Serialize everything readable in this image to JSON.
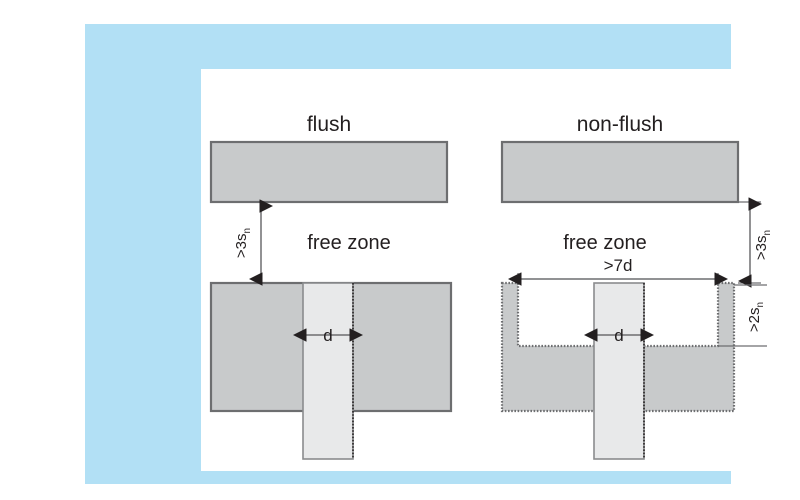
{
  "figure": {
    "background_color": "#ffffff",
    "frame_color": "#b2e0f5",
    "panel_color": "#ffffff",
    "block_fill": "#c8cacb",
    "block_stroke": "#6d6e70",
    "bar_fill": "#e8e9ea",
    "line_color": "#231f20"
  },
  "left": {
    "title": "flush",
    "free_zone_label": "free zone",
    "gap_dimension": {
      "prefix": ">3s",
      "subscript": "n"
    },
    "target_dimension": "d"
  },
  "right": {
    "title": "non-flush",
    "free_zone_label": "free zone",
    "gap_dimension": {
      "prefix": ">3s",
      "subscript": "n"
    },
    "recess_width_dimension": ">7d",
    "recess_depth_dimension": {
      "prefix": ">2s",
      "subscript": "n"
    },
    "target_dimension": "d"
  }
}
